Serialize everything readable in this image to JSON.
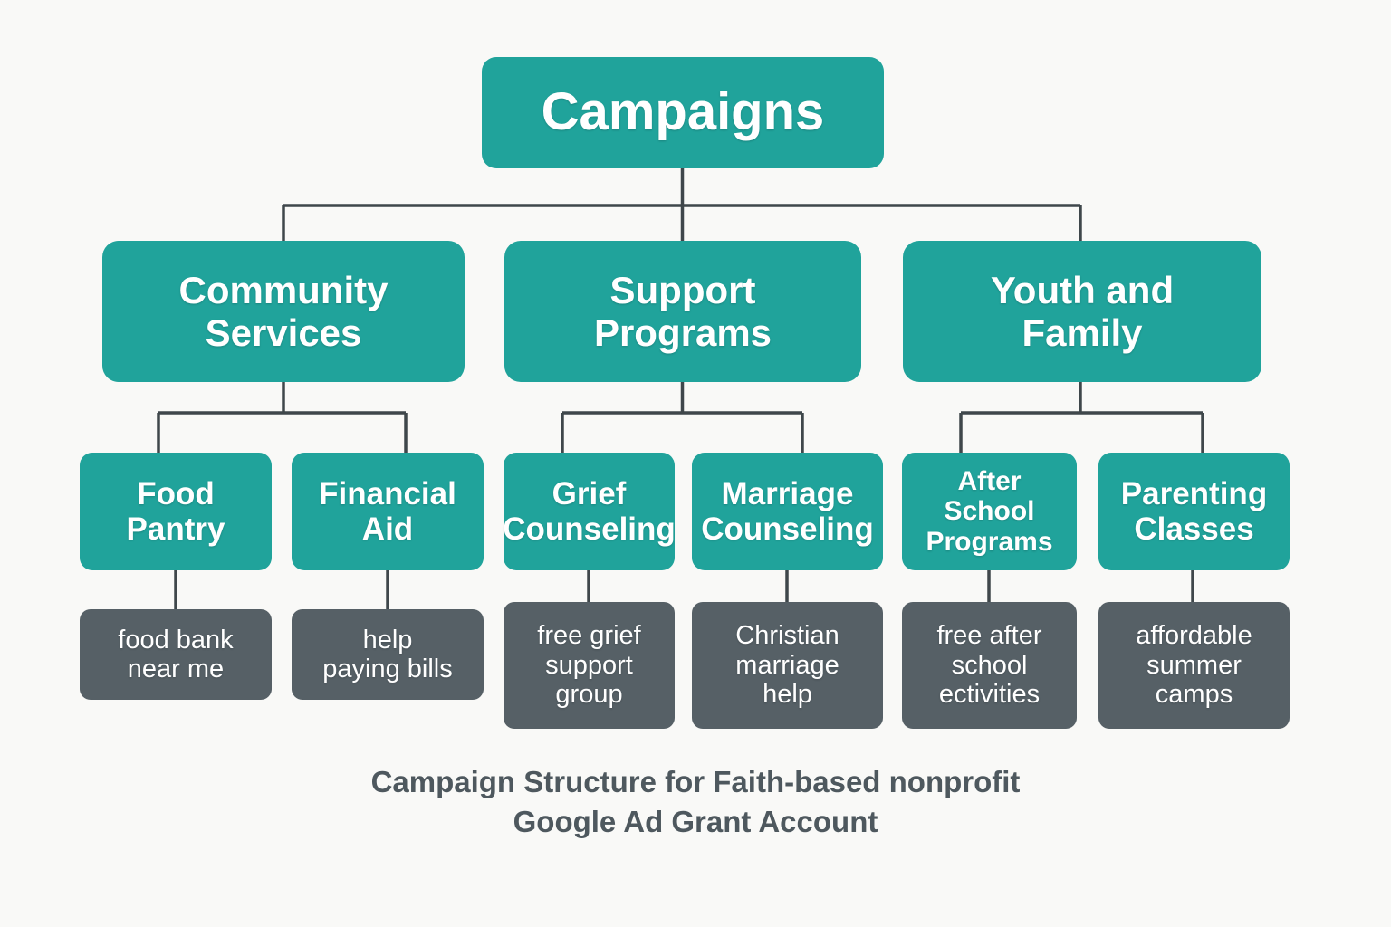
{
  "colors": {
    "background": "#f9f9f7",
    "campaign_box": "#20a39b",
    "keyword_box": "#566066",
    "connector": "#3f474b",
    "node_text": "#ffffff",
    "caption_text": "#4e585e"
  },
  "diagram": {
    "type": "org-chart",
    "root": {
      "label": "Campaigns"
    },
    "campaigns": [
      {
        "label": "Community\nServices"
      },
      {
        "label": "Support\nPrograms"
      },
      {
        "label": "Youth and\nFamily"
      }
    ],
    "ad_groups": [
      {
        "label": "Food\nPantry"
      },
      {
        "label": "Financial\nAid"
      },
      {
        "label": "Grief\nCounseling"
      },
      {
        "label": "Marriage\nCounseling"
      },
      {
        "label": "After\nSchool\nPrograms"
      },
      {
        "label": "Parenting\nClasses"
      }
    ],
    "keywords": [
      {
        "label": "food bank\nnear me"
      },
      {
        "label": "help\npaying bills"
      },
      {
        "label": "free grief\nsupport\ngroup"
      },
      {
        "label": "Christian\nmarriage\nhelp"
      },
      {
        "label": "free after\nschool\nectivities"
      },
      {
        "label": "affordable\nsummer\ncamps"
      }
    ]
  },
  "caption": {
    "text": "Campaign Structure for Faith-based nonprofit\nGoogle Ad Grant Account"
  }
}
